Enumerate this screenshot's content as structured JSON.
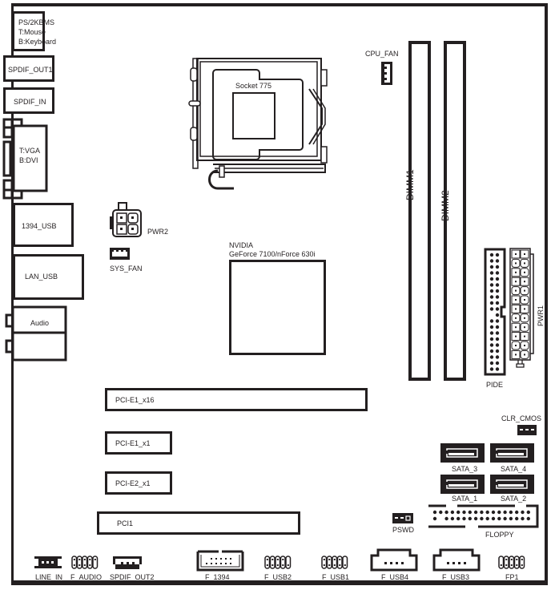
{
  "diagram": {
    "type": "motherboard-layout",
    "cpu_socket": "Socket 775",
    "chipset": {
      "vendor": "NVIDIA",
      "model": "GeForce 7100/nForce 630i"
    },
    "rear_io": [
      {
        "id": "ps2",
        "lines": [
          "PS/2KBMS",
          "T:Mouse",
          "B:Keyboard"
        ]
      },
      {
        "id": "spdif_out1",
        "label": "SPDIF_OUT1"
      },
      {
        "id": "spdif_in",
        "label": "SPDIF_IN"
      },
      {
        "id": "vga_dvi",
        "lines": [
          "T:VGA",
          "B:DVI"
        ]
      },
      {
        "id": "usb1394",
        "label": "1394_USB"
      },
      {
        "id": "lan_usb",
        "label": "LAN_USB"
      },
      {
        "id": "audio",
        "label": "Audio"
      }
    ],
    "connectors": {
      "cpu_fan": "CPU_FAN",
      "pwr2": "PWR2",
      "sys_fan": "SYS_FAN",
      "dimm1": "DIMM1",
      "dimm2": "DIMM2",
      "pide": "PIDE",
      "pwr1": "PWR1",
      "clr_cmos": "CLR_CMOS",
      "sata_3": "SATA_3",
      "sata_4": "SATA_4",
      "sata_1": "SATA_1",
      "sata_2": "SATA_2",
      "pswd": "PSWD",
      "floppy": "FLOPPY"
    },
    "slots": {
      "pcie1_x16": "PCI-E1_x16",
      "pcie1_x1": "PCI-E1_x1",
      "pcie2_x1": "PCI-E2_x1",
      "pci1": "PCI1"
    },
    "bottom_headers": {
      "line_in": "LINE_IN",
      "f_audio": "F_AUDIO",
      "spdif_out2": "SPDIF_OUT2",
      "f_1394": "F_1394",
      "f_usb2": "F_USB2",
      "f_usb1": "F_USB1",
      "f_usb4": "F_USB4",
      "f_usb3": "F_USB3",
      "fp1": "FP1"
    }
  }
}
